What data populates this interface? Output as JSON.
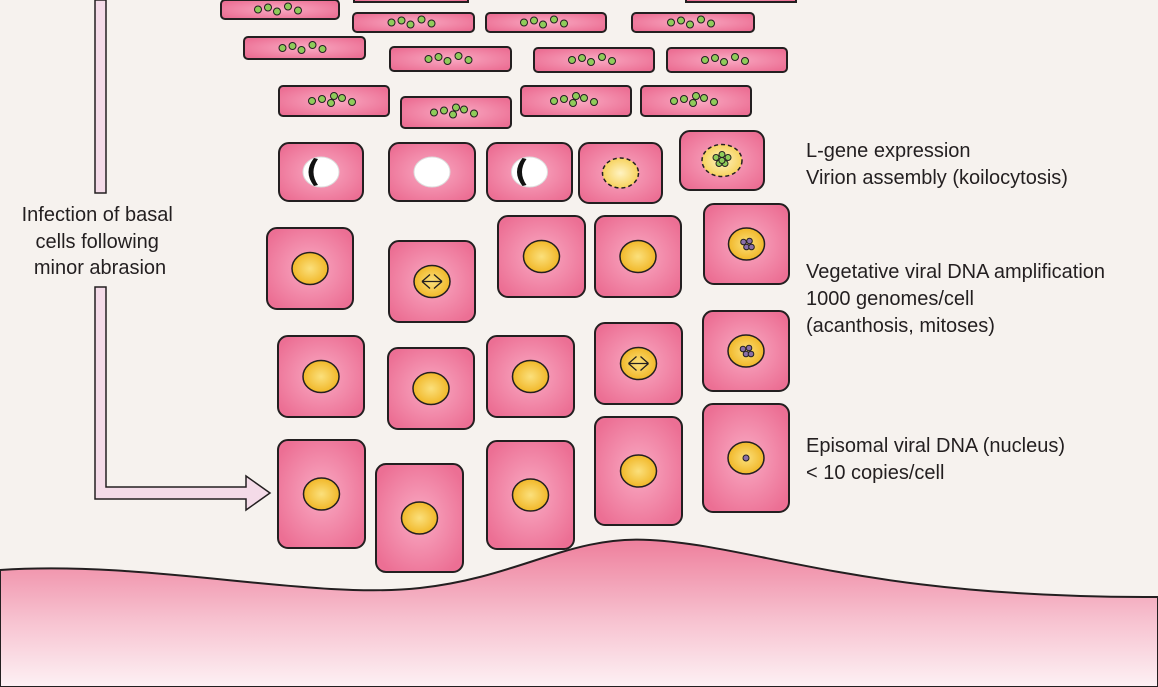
{
  "labels": {
    "infection": [
      "Infection of basal",
      "cells following",
      "minor abrasion"
    ],
    "late_gene": [
      "L-gene expression",
      "Virion assembly (koilocytosis)"
    ],
    "vegetative": [
      "Vegetative viral DNA amplification",
      "1000 genomes/cell",
      "(acanthosis, mitoses)"
    ],
    "episomal": [
      "Episomal viral DNA (nucleus)",
      "< 10 copies/cell"
    ]
  },
  "colors": {
    "background": "#f6f2ee",
    "cell_fill": "#ec6f94",
    "cell_center": "#f9aac3",
    "cell_outline": "#231f20",
    "nucleus": "#f3bd2a",
    "virion": "#8fcc5a",
    "viral_dna": "#8a6fa8",
    "arrow_fill": "#f4dbe8",
    "dermis": "#f0869f"
  },
  "layers": [
    {
      "id": "cornified-flat-layer",
      "cell_type": "flattened-with-virions"
    },
    {
      "id": "granular-koilocyte-layer",
      "cell_type": "koilocyte",
      "label_key": "late_gene"
    },
    {
      "id": "spinous-layer",
      "cell_type": "nucleated",
      "label_key": "vegetative"
    },
    {
      "id": "basal-layer",
      "cell_type": "nucleated",
      "label_key": "episomal"
    }
  ]
}
